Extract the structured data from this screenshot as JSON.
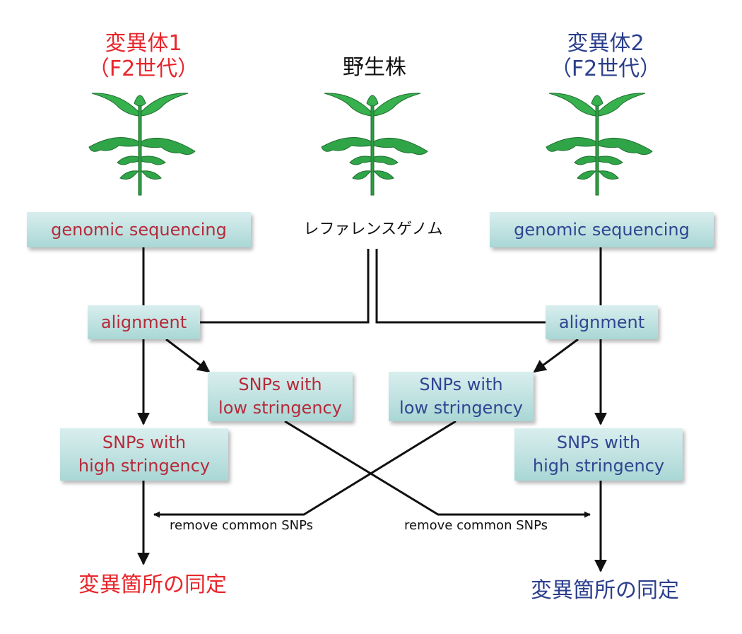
{
  "left": {
    "title_line1": "変異体1",
    "title_line2": "（F2世代）",
    "sequencing": "genomic sequencing",
    "alignment": "alignment",
    "snps_low_line1": "SNPs with",
    "snps_low_line2": "low stringency",
    "snps_high_line1": "SNPs with",
    "snps_high_line2": "high stringency",
    "remove_label": "remove common SNPs",
    "result": "変異箇所の同定"
  },
  "center": {
    "title": "野生株",
    "reference": "レファレンスゲノム"
  },
  "right": {
    "title_line1": "変異体2",
    "title_line2": "（F2世代）",
    "sequencing": "genomic sequencing",
    "alignment": "alignment",
    "snps_low_line1": "SNPs with",
    "snps_low_line2": "low stringency",
    "snps_high_line1": "SNPs with",
    "snps_high_line2": "high stringency",
    "remove_label": "remove common SNPs",
    "result": "変異箇所の同定"
  },
  "colors": {
    "mutant1_title": "#e8262b",
    "mutant1_box_text": "#b62a3a",
    "mutant2_title": "#2b3f8c",
    "mutant2_box_text": "#2f4591",
    "box_fill": "#b9dfdd",
    "plant_green": "#2e9e44"
  }
}
